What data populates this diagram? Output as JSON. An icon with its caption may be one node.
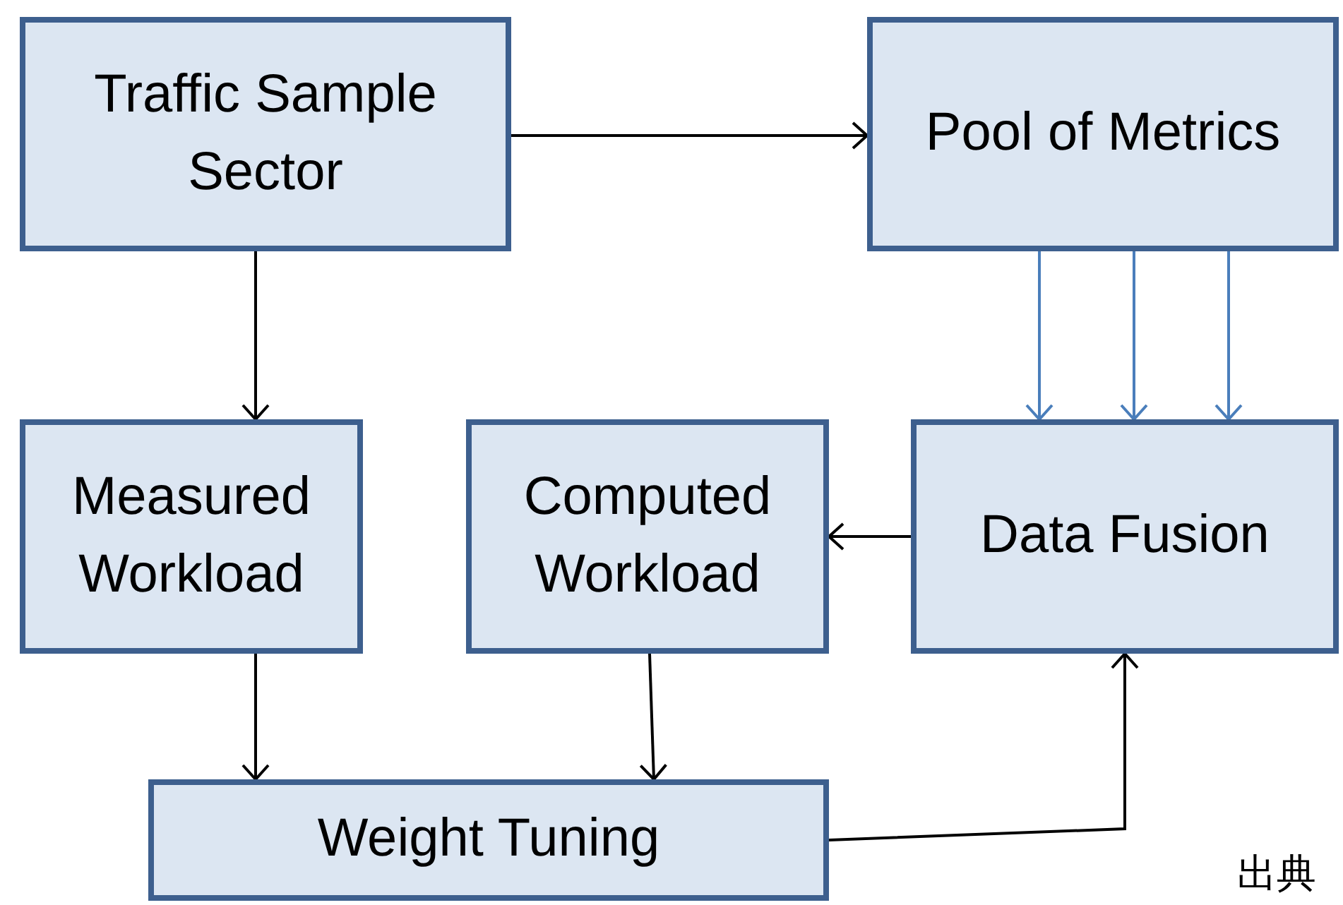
{
  "diagram": {
    "nodes": [
      {
        "text": [
          "Traffic Sample Sector"
        ]
      },
      {
        "text": [
          "Pool of Metrics"
        ]
      },
      {
        "text": [
          "Measured Workload"
        ]
      },
      {
        "text": [
          "Computed Workload"
        ]
      },
      {
        "text": [
          "Data Fusion"
        ]
      },
      {
        "text": [
          "Weight Tuning"
        ]
      }
    ],
    "edges": [
      {
        "from": 0,
        "to": 1,
        "arrow": "to"
      },
      {
        "from": 1,
        "to": 4,
        "arrow": "to",
        "color": "#4a7ebb"
      },
      {
        "from": 1,
        "to": 4,
        "arrow": "to",
        "color": "#4a7ebb"
      },
      {
        "from": 1,
        "to": 4,
        "arrow": "to",
        "color": "#4a7ebb"
      },
      {
        "from": 0,
        "to": 2,
        "arrow": "to"
      },
      {
        "from": 4,
        "to": 3,
        "arrow": "to"
      },
      {
        "from": 2,
        "to": 5,
        "arrow": "to"
      },
      {
        "from": 3,
        "to": 5,
        "arrow": "to"
      },
      {
        "from": 5,
        "to": 4,
        "arrow": "to"
      }
    ],
    "labels": [
      "出典"
    ]
  }
}
